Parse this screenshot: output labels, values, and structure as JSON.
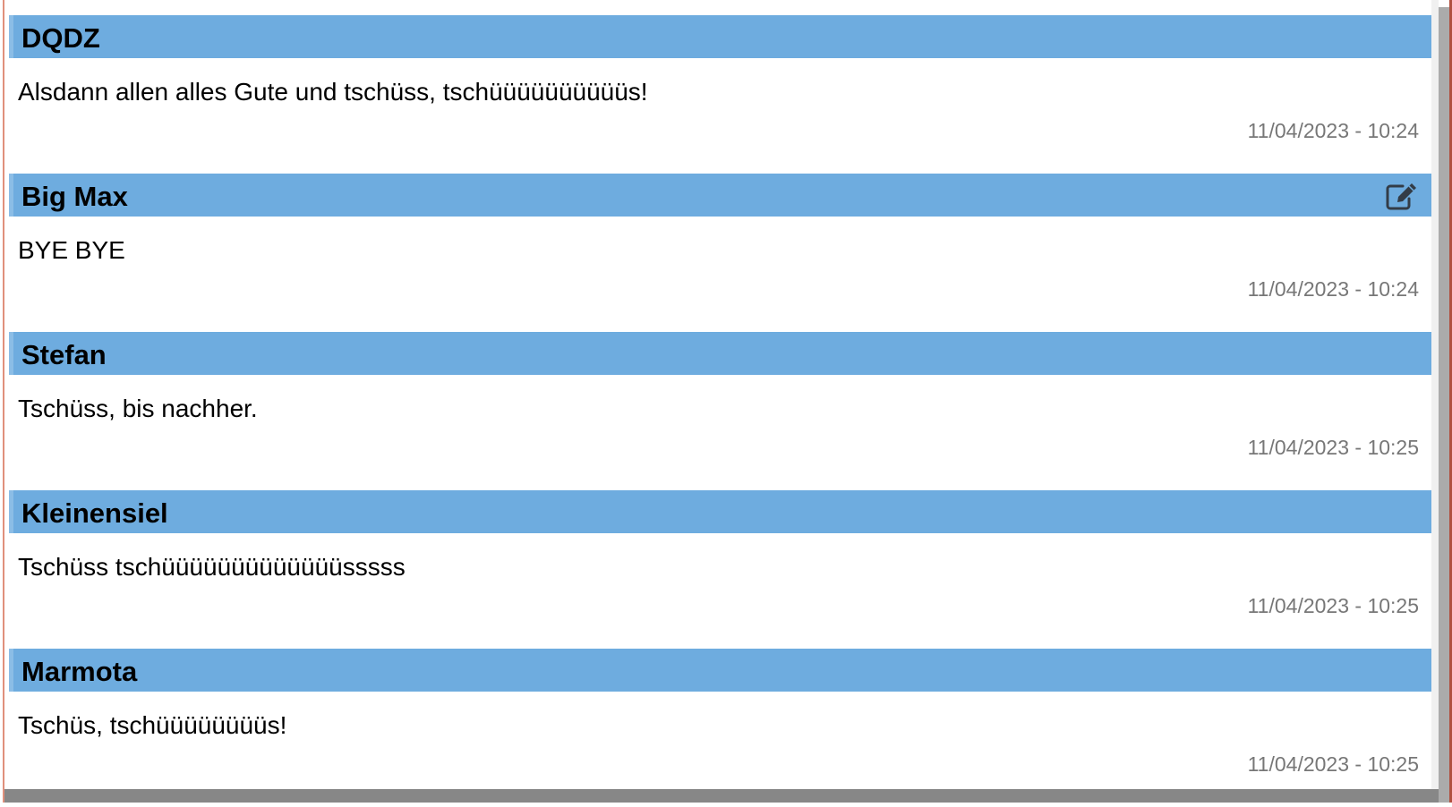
{
  "messages": [
    {
      "author": "DQDZ",
      "text": "Alsdann allen alles Gute und tschüss, tschüüüüüüüüüüs!",
      "time": "11/04/2023 - 10:24",
      "editable": false
    },
    {
      "author": "Big Max",
      "text": "BYE BYE",
      "time": "11/04/2023 - 10:24",
      "editable": true
    },
    {
      "author": "Stefan",
      "text": "Tschüss, bis nachher.",
      "time": "11/04/2023 - 10:25",
      "editable": false
    },
    {
      "author": "Kleinensiel",
      "text": "Tschüss tschüüüüüüüüüüüüüsssss",
      "time": "11/04/2023 - 10:25",
      "editable": false
    },
    {
      "author": "Marmota",
      "text": "Tschüs, tschüüüüüüüüs!",
      "time": "11/04/2023 - 10:25",
      "editable": false
    }
  ],
  "colors": {
    "header": "#6eacdf",
    "timestamp": "#777777"
  },
  "icons": {
    "edit": "edit-icon"
  }
}
